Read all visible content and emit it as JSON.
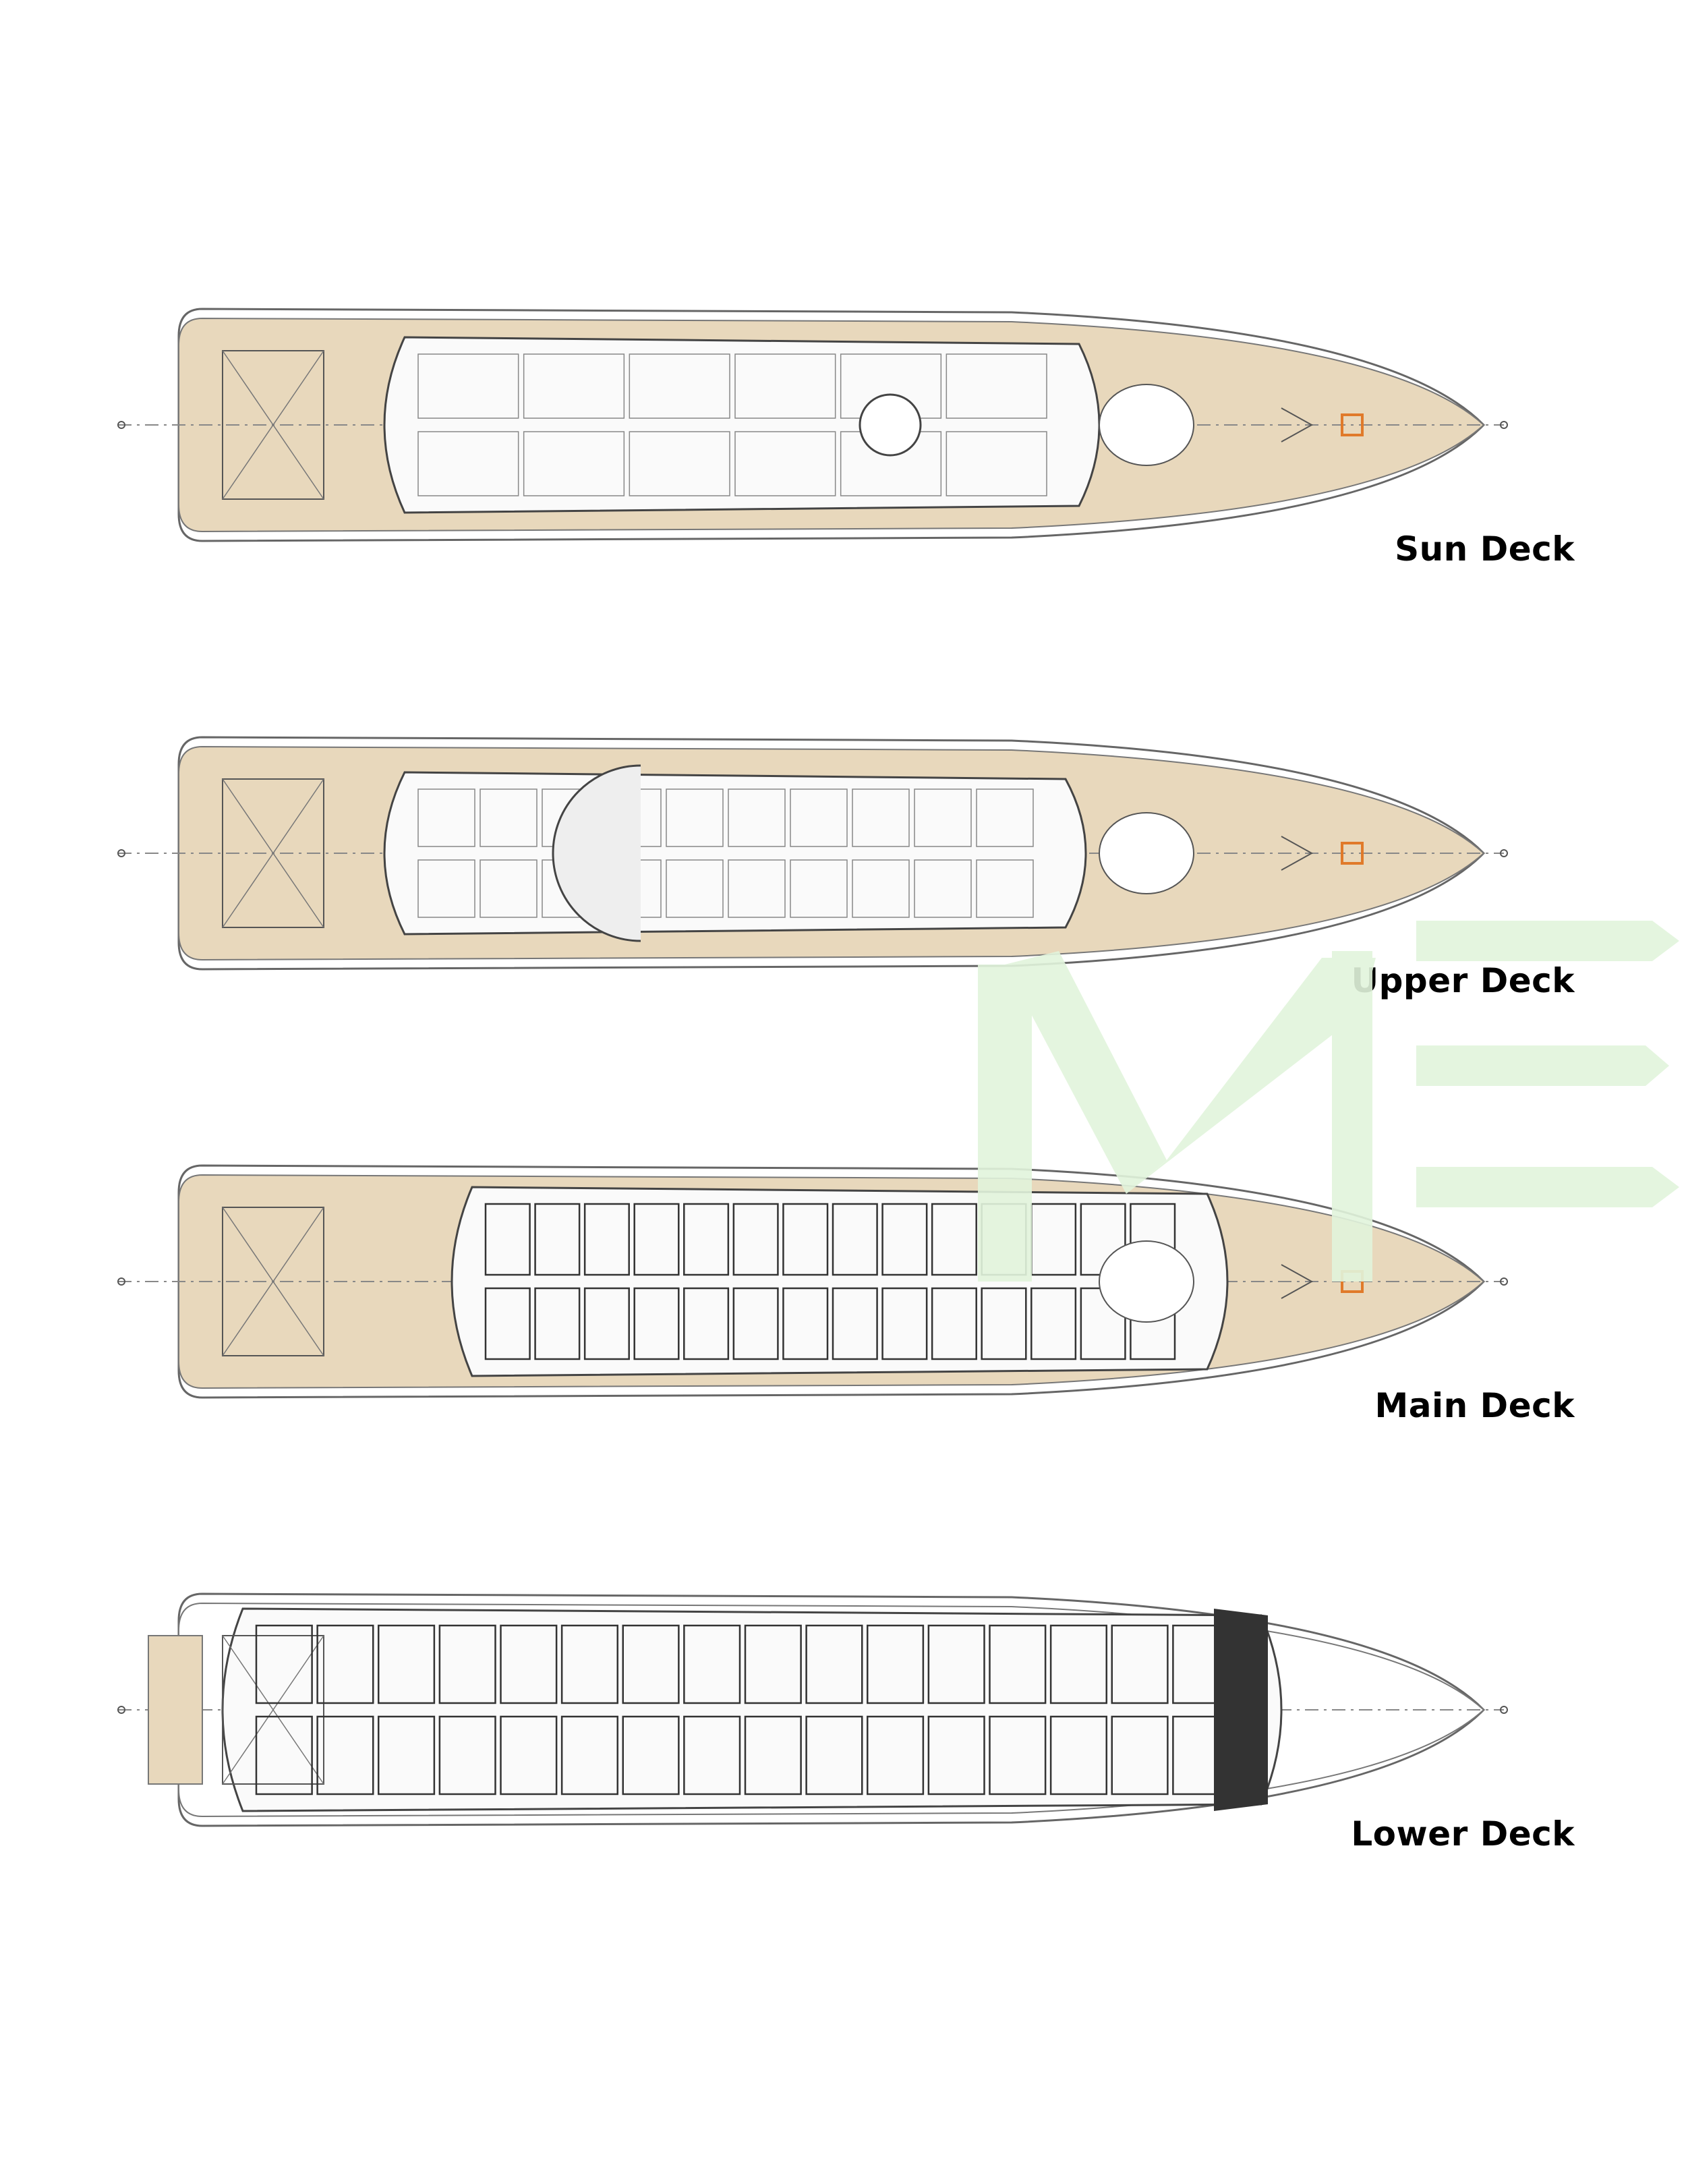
{
  "decks": [
    {
      "label": "Sun Deck"
    },
    {
      "label": "Upper Deck"
    },
    {
      "label": "Main Deck"
    },
    {
      "label": "Lower Deck"
    }
  ],
  "colors": {
    "teak": "#e8d8bc",
    "line": "#555555",
    "watermark": "#dff2d8",
    "accent": "#e07a2a"
  }
}
